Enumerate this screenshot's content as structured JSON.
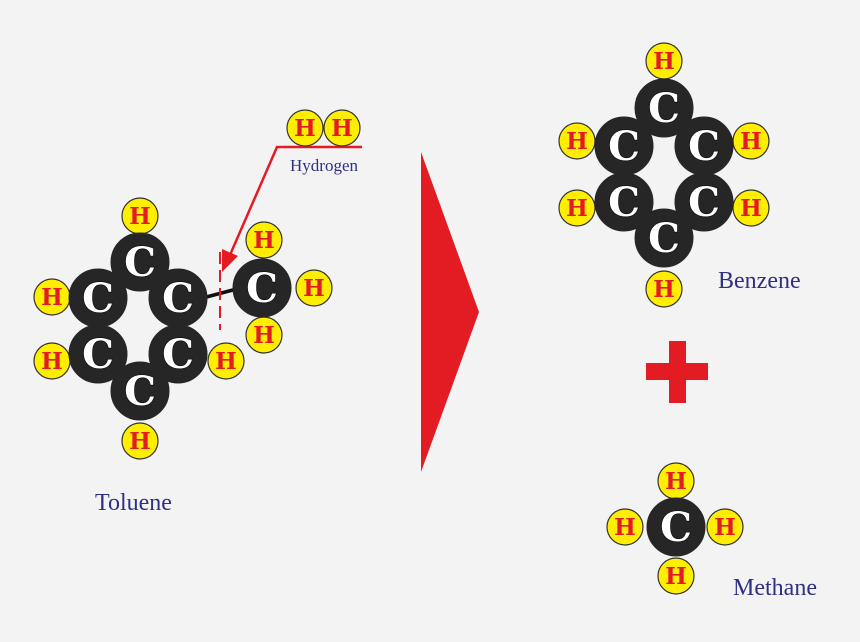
{
  "labels": {
    "toluene": "Toluene",
    "benzene": "Benzene",
    "methane": "Methane",
    "hydrogen": "Hydrogen"
  },
  "atom_symbols": {
    "carbon": "C",
    "hydrogen": "H"
  },
  "colors": {
    "carbon_fill": "#262626",
    "carbon_text": "#ffffff",
    "hydrogen_fill": "#ffee00",
    "hydrogen_text": "#e31b23",
    "arrow_red": "#e31b23",
    "label_text": "#2e3080",
    "background": "#f3f3f4"
  }
}
